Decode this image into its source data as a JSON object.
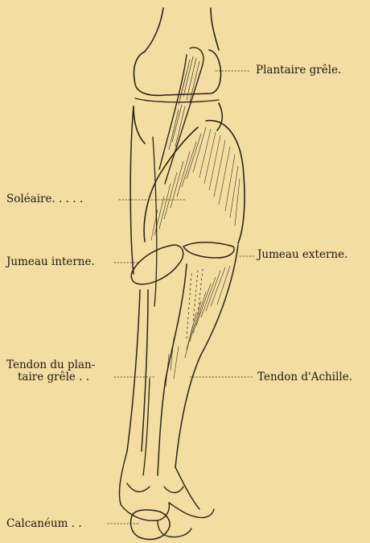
{
  "background": "#f3dda0",
  "ink": "#2b2418",
  "labels": {
    "plantaire_grele": "Plantaire grêle.",
    "soleaire": "Soléaire. . . . .",
    "jumeau_externe": "Jumeau externe.",
    "jumeau_interne": "Jumeau interne.",
    "tendon_plantaire_line1": "Tendon du plan-",
    "tendon_plantaire_line2": "taire grêle . .",
    "tendon_achille": "Tendon d'Achille.",
    "calcaneum": "Calcanéum . ."
  }
}
